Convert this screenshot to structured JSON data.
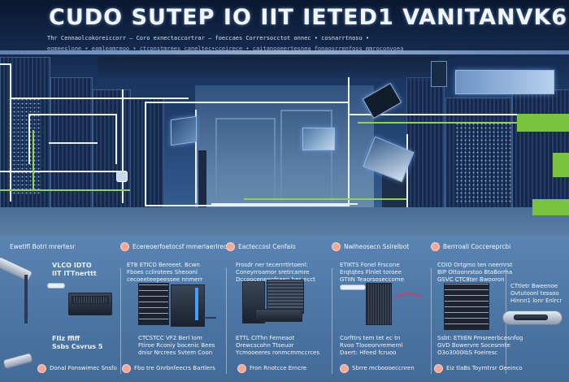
{
  "hero": {
    "title": "CUDO SUTEP IO   IIT IETED1 VANITANVK6",
    "subtitle_line1": "Thr Cennaolcokoreiccorr — Coro exnectaccortrar — foeccaes Corrersocctot onnec • cosnarrtnosu •",
    "subtitle_line2": "eomeeslone • eamleamreoo • ctconstmrees caneltec•cceirece • caitanooeertesnea fonaosrrenfoss mmroconvoea"
  },
  "columns": [
    {
      "heading": "Ewetlfl Botrl mrertesr",
      "body": [
        "VLCO IDTO",
        "IIT ITTnerttt"
      ],
      "lower": [
        "FIIz ffiff",
        "Ssbs Csvrus 5"
      ],
      "footer": "Donal Fonswimec Snsfo"
    },
    {
      "heading": "Ecereoerfoetocsf mmerlaerlrec",
      "body": [
        "ETB ETICO Bereeet. Bcwn",
        "Fboes cclirotees Sheoonl",
        "cecoeeteepeessee nnmerr"
      ],
      "lower": [
        "CTCSTCC VF2 Berl Iom",
        "Ftiroe Rconiy bocenic Bees",
        "dnisr Nrcrees Svtem Coon"
      ],
      "footer": "Fbo tre Gnrbnfeecrs Bartlers"
    },
    {
      "heading": "Eacteccosl Cenfalo",
      "body": [
        "Frosdr ner tecerrrtlrtoenl:",
        "Coneyrroamor sretrcamre",
        "Dccooceneeofseen bes ecct"
      ],
      "lower": [
        "ETTL CIThn Ferneaot",
        "Orewcscohn Ttseuor",
        "Ycmooeeres ronmcmmccrces"
      ],
      "footer": "Fron Rnotcce Erncre"
    },
    {
      "heading": "Nwlheosecn Sslrelbot",
      "body": [
        "ETIKTS Fonel Frscone",
        "Erqtqtes Flnlet toroee",
        "GTIIN Teaorsoseccome"
      ],
      "lower": [
        "Corfttrs tem tet ec tn",
        "Rvoo Tlooeorvremernl",
        "Daert: Hfeed fcruoo"
      ],
      "footer": "Sbrre mcboooeccnren"
    },
    {
      "heading": "Berrroall Coccereprcbi",
      "body": [
        "COIO Ortgmo ten neernrst",
        "BIP Ottoonrstoo BtaBorma",
        "GSVC CTC8ter Bwooron"
      ],
      "lower": [
        "Ssbt: ETIIEN Pmsreerbcesnfog",
        "GVD Bowervre Socesnnte",
        "O3o3000IbS Foeiresc"
      ],
      "footer": "Eiz tlaBs Toyrntrsr Oeeinco"
    },
    {
      "heading": "",
      "body": [
        "CTtletr Bweenoe",
        "Ovtutoonl tessoo",
        "Hinnn1 lonr Enlrcr"
      ],
      "lower": [],
      "footer": ""
    }
  ]
}
